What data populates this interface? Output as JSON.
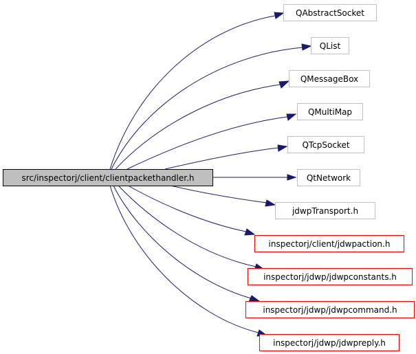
{
  "colors": {
    "edge": "#191970",
    "source_fill": "#bfbfbf",
    "source_border": "#000000",
    "external_border": "#bfbfbf",
    "project_border": "#ff0000",
    "background": "#ffffff"
  },
  "source": {
    "label": "src/inspectorj/client/clientpackethandler.h"
  },
  "dependencies": [
    {
      "label": "QAbstractSocket",
      "kind": "external"
    },
    {
      "label": "QList",
      "kind": "external"
    },
    {
      "label": "QMessageBox",
      "kind": "external"
    },
    {
      "label": "QMultiMap",
      "kind": "external"
    },
    {
      "label": "QTcpSocket",
      "kind": "external"
    },
    {
      "label": "QtNetwork",
      "kind": "external"
    },
    {
      "label": "jdwpTransport.h",
      "kind": "external"
    },
    {
      "label": "inspectorj/client/jdwpaction.h",
      "kind": "project"
    },
    {
      "label": "inspectorj/jdwp/jdwpconstants.h",
      "kind": "project"
    },
    {
      "label": "inspectorj/jdwp/jdwpcommand.h",
      "kind": "project"
    },
    {
      "label": "inspectorj/jdwp/jdwpreply.h",
      "kind": "project"
    }
  ]
}
